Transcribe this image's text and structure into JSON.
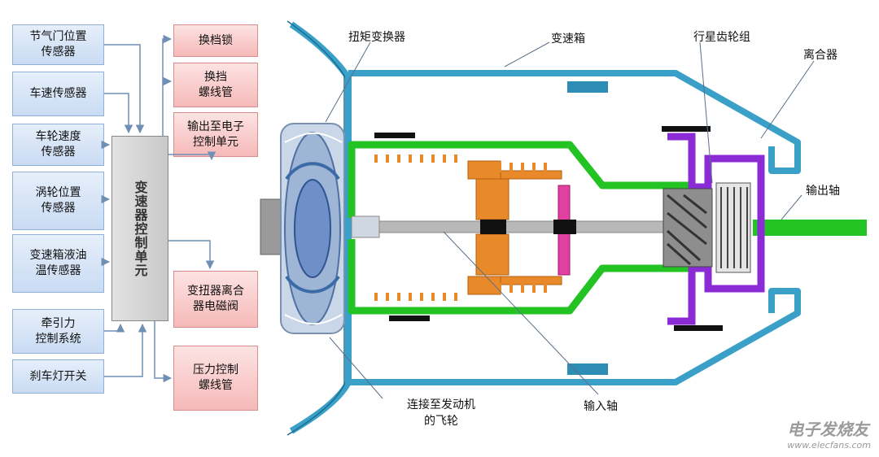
{
  "sensors": [
    "节气门位置\n传感器",
    "车速传感器",
    "车轮速度\n传感器",
    "涡轮位置\n传感器",
    "变速箱液油\n温传感器",
    "牵引力\n控制系统",
    "刹车灯开关"
  ],
  "tcu_label": "变速器控制单元",
  "actuators": [
    "换档锁",
    "换挡\n螺线管",
    "输出至电子\n控制单元",
    "变扭器离合\n器电磁阀",
    "压力控制\n螺线管"
  ],
  "labels": {
    "torque_converter": "扭矩变换器",
    "gearbox": "变速箱",
    "planetary_gear": "行星齿轮组",
    "clutch": "离合器",
    "output_shaft": "输出轴",
    "flywheel": "连接至发动机\n的飞轮",
    "input_shaft": "输入轴"
  },
  "watermark": {
    "text": "电子发烧友",
    "url": "www.elecfans.com"
  },
  "colors": {
    "housing": "#3aa0c8",
    "carrier": "#22c322",
    "gear": "#e88a2a",
    "clutch": "#e040a0",
    "planetary": "#8a2bd6",
    "shaft": "#b8b8b8"
  }
}
